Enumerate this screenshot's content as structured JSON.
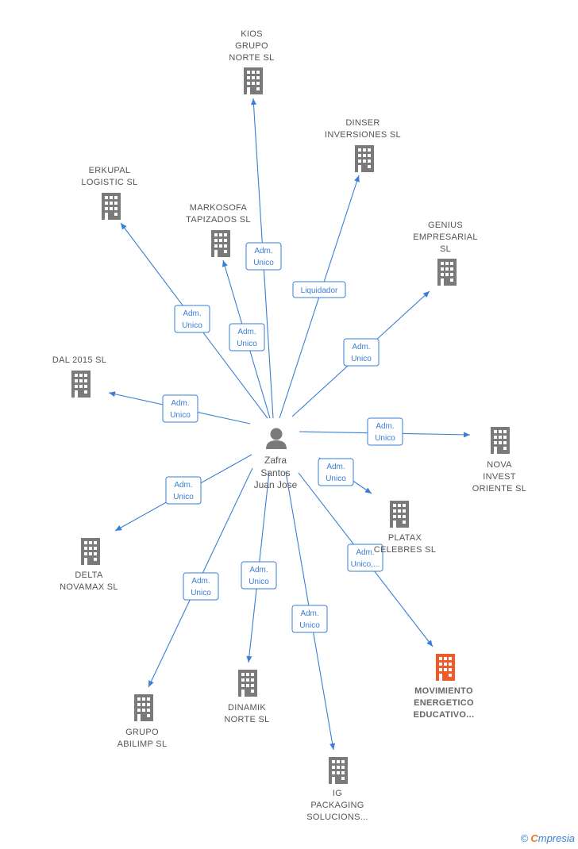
{
  "center": {
    "label_lines": [
      "Zafra",
      "Santos",
      "Juan Jose"
    ]
  },
  "colors": {
    "edge": "#3a7fd5",
    "building": "#7a7a7a",
    "building_highlight": "#f05a28",
    "text": "#555555"
  },
  "nodes": [
    {
      "id": "kios",
      "label_lines": [
        "KIOS",
        "GRUPO",
        "NORTE SL"
      ],
      "relation": "Adm.\nUnico",
      "highlight": false
    },
    {
      "id": "dinser",
      "label_lines": [
        "DINSER",
        "INVERSIONES SL"
      ],
      "relation": "Liquidador",
      "highlight": false
    },
    {
      "id": "erkupal",
      "label_lines": [
        "ERKUPAL",
        "LOGISTIC  SL"
      ],
      "relation": "Adm.\nUnico",
      "highlight": false
    },
    {
      "id": "markosofa",
      "label_lines": [
        "MARKOSOFA",
        "TAPIZADOS SL"
      ],
      "relation": "Adm.\nUnico",
      "highlight": false
    },
    {
      "id": "genius",
      "label_lines": [
        "GENIUS",
        "EMPRESARIAL",
        "SL"
      ],
      "relation": "Adm.\nUnico",
      "highlight": false
    },
    {
      "id": "dal",
      "label_lines": [
        "DAL 2015  SL"
      ],
      "relation": "Adm.\nUnico",
      "highlight": false
    },
    {
      "id": "nova",
      "label_lines": [
        "NOVA",
        "INVEST",
        "ORIENTE  SL"
      ],
      "relation": "Adm.\nUnico",
      "highlight": false
    },
    {
      "id": "platax",
      "label_lines": [
        "PLATAX",
        "CELEBRES SL"
      ],
      "relation": "Adm.\nUnico",
      "highlight": false
    },
    {
      "id": "delta",
      "label_lines": [
        "DELTA",
        "NOVAMAX  SL"
      ],
      "relation": "Adm.\nUnico",
      "highlight": false
    },
    {
      "id": "movimiento",
      "label_lines": [
        "MOVIMIENTO",
        "ENERGETICO",
        "EDUCATIVO..."
      ],
      "relation": "Adm.\nUnico,...",
      "highlight": true
    },
    {
      "id": "grupo",
      "label_lines": [
        "GRUPO",
        "ABILIMP SL"
      ],
      "relation": "Adm.\nUnico",
      "highlight": false
    },
    {
      "id": "dinamik",
      "label_lines": [
        "DINAMIK",
        "NORTE SL"
      ],
      "relation": "Adm.\nUnico",
      "highlight": false
    },
    {
      "id": "ig",
      "label_lines": [
        "IG",
        "PACKAGING",
        "SOLUCIONS..."
      ],
      "relation": "Adm.\nUnico",
      "highlight": false
    }
  ],
  "footer": {
    "copyright": "©",
    "brand_first": "C",
    "brand_rest": "mpresia"
  }
}
